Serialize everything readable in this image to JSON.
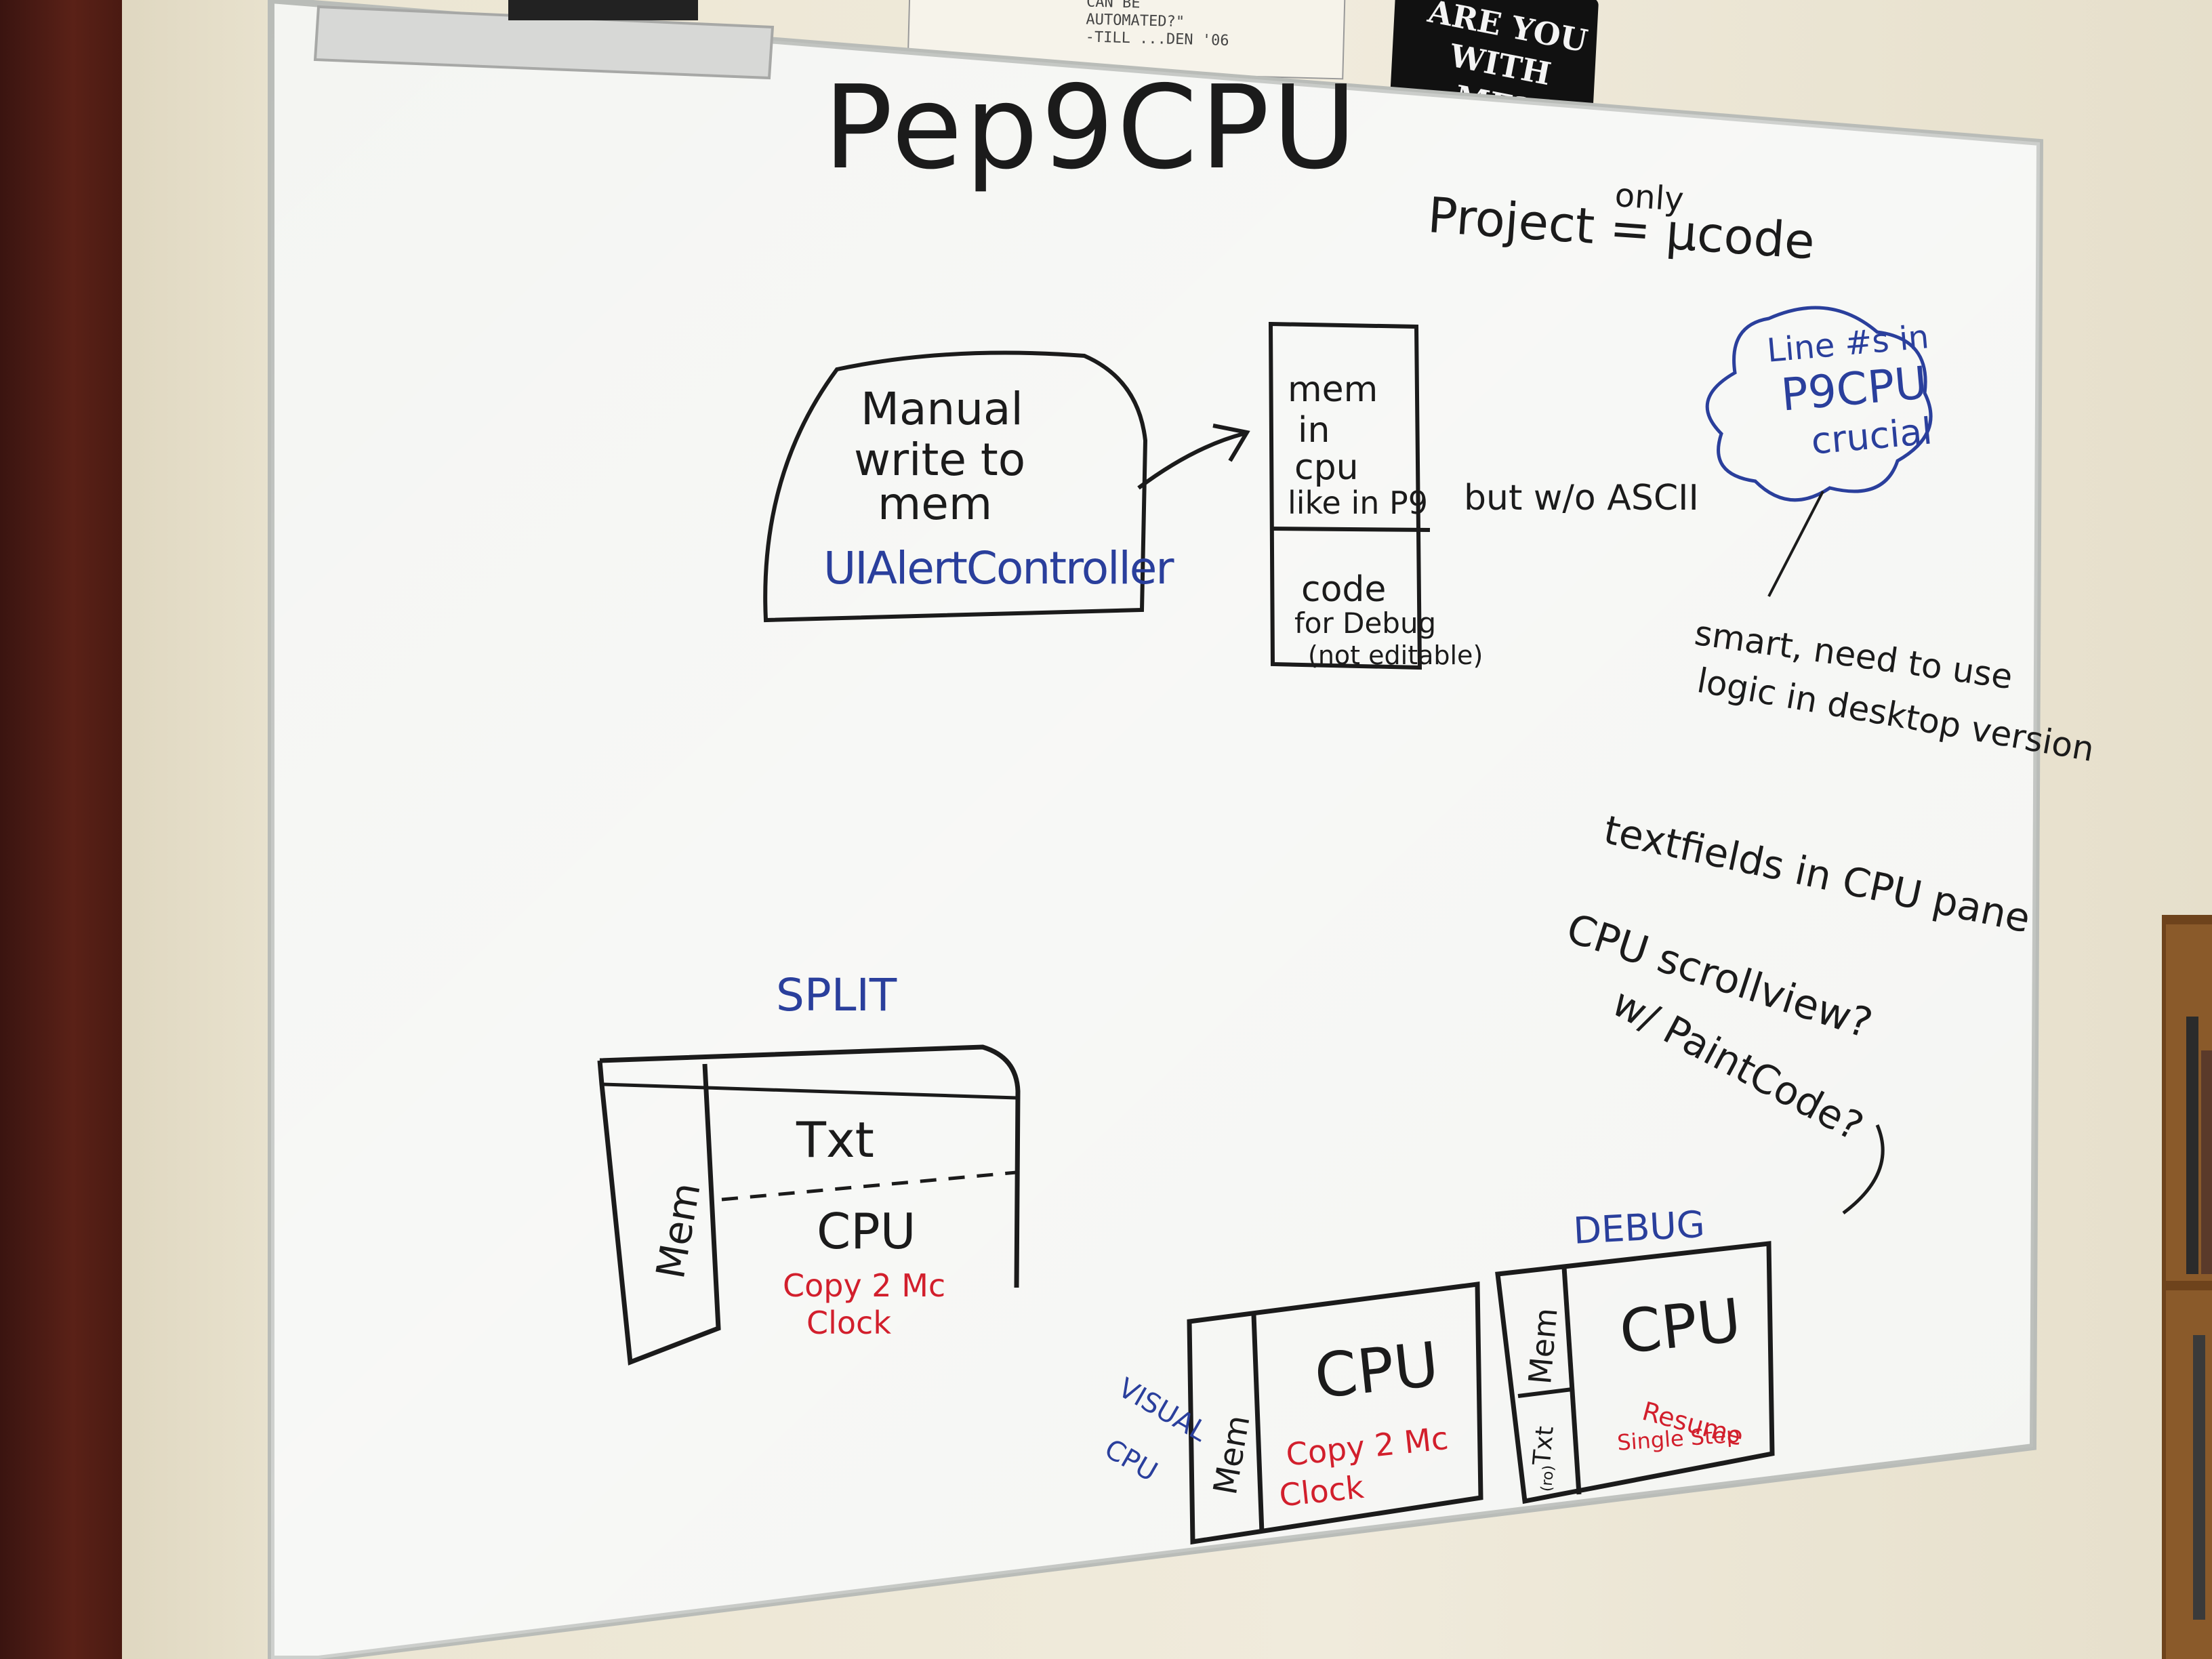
{
  "poster": {
    "lines": [
      "CAN BE",
      "AUTOMATED?\"",
      "-TILL ...DEN '06"
    ]
  },
  "sticker": {
    "text": "ARE YOU WITH ME?"
  },
  "whiteboard": {
    "title": "Pep9CPU",
    "project_note": {
      "main": "Project = μcode",
      "above": "only"
    },
    "manual_box": {
      "lines": [
        "Manual",
        "write to",
        "mem"
      ],
      "controller": "UIAlertController"
    },
    "memory_column": {
      "top_lines": [
        "mem",
        "in",
        "cpu",
        "like in P9"
      ],
      "side_note": "but w/o ASCII",
      "bottom_lines": [
        "code",
        "for Debug",
        "(not editable)"
      ]
    },
    "cloud": {
      "lines": [
        "Line #s in",
        "P9CPU",
        "crucial"
      ]
    },
    "smart_note": {
      "lines": [
        "smart, need to use",
        "logic in desktop version"
      ]
    },
    "right_notes": {
      "line1": "textfields in CPU pane",
      "line2": "CPU scrollview?",
      "line3": "w/ PaintCode?"
    },
    "split_layout": {
      "label": "SPLIT",
      "mem": "Mem",
      "txt": "Txt",
      "cpu": "CPU",
      "red_lines": [
        "Copy 2 Mc",
        "Clock"
      ]
    },
    "visual_cpu_layout": {
      "label_lines": [
        "VISUAL",
        "CPU"
      ],
      "mem": "Mem",
      "cpu": "CPU",
      "red_lines": [
        "Copy 2 Mc",
        "Clock"
      ]
    },
    "debug_layout": {
      "label": "DEBUG",
      "mem": "Mem",
      "txt": "Txt",
      "txt_sub": "(ro)",
      "cpu": "CPU",
      "red_lines": [
        "Resume",
        "Single Step"
      ]
    }
  },
  "colors": {
    "marker_black": "#1b1b1b",
    "marker_blue": "#2a3f9c",
    "marker_red": "#d21f2c",
    "board_white": "#f4f5f2",
    "wall": "#ece6d3"
  }
}
